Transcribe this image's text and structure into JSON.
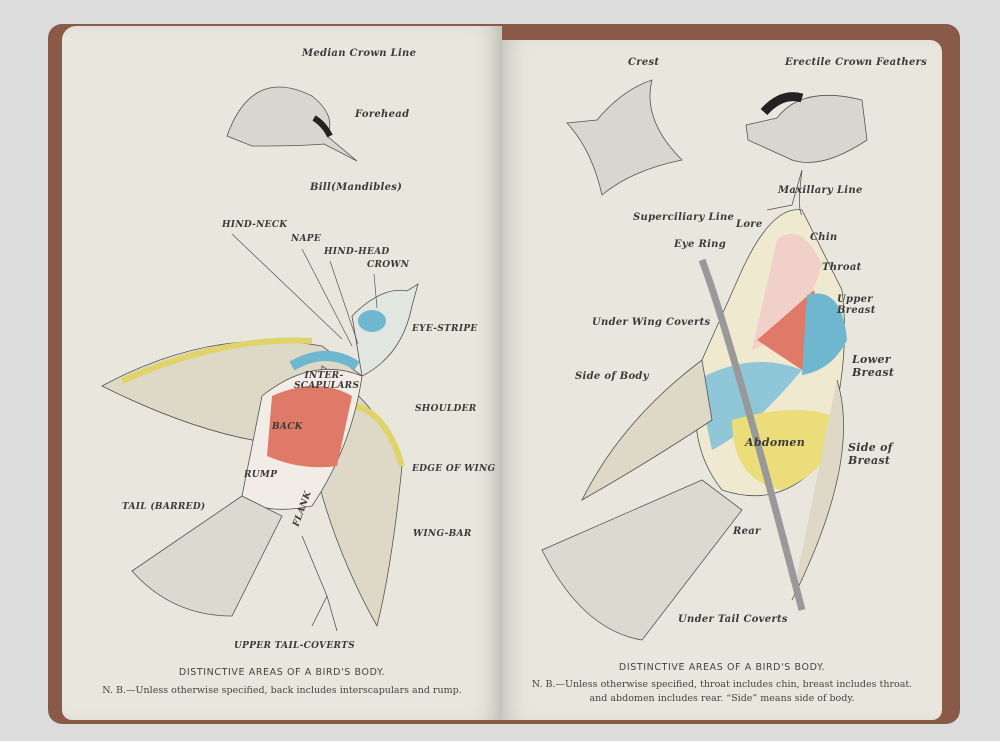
{
  "left_page": {
    "labels": [
      "Median Crown Line",
      "Forehead",
      "Bill(Mandibles)",
      "HIND-NECK",
      "NAPE",
      "HIND-HEAD",
      "CROWN",
      "EYE-STRIPE",
      "INTER-SCAPULARS",
      "BACK",
      "SHOULDER",
      "EDGE OF WING",
      "RUMP",
      "FLANK",
      "TAIL (BARRED)",
      "WING-BAR",
      "UPPER TAIL-COVERTS"
    ],
    "caption": "DISTINCTIVE AREAS OF A BIRD'S BODY.",
    "note": "N. B.—Unless otherwise specified, back includes interscapulars and rump."
  },
  "right_page": {
    "labels": [
      "Crest",
      "Erectile Crown Feathers",
      "Maxillary Line",
      "Superciliary Line",
      "Lore",
      "Chin",
      "Eye Ring",
      "Throat",
      "Upper Breast",
      "Under Wing Coverts",
      "Lower Breast",
      "Side of Body",
      "Abdomen",
      "Side of Breast",
      "Rear",
      "Under Tail Coverts"
    ],
    "caption": "DISTINCTIVE AREAS OF A BIRD'S BODY.",
    "note_line1": "N. B.—Unless otherwise specified, throat includes chin, breast includes throat.",
    "note_line2": "and abdomen includes rear.   “Side” means side of body."
  },
  "colors": {
    "blue": "#6fb6cf",
    "red": "#e07a68",
    "yellow": "#eadd7a",
    "page": "#e9e7dd"
  }
}
